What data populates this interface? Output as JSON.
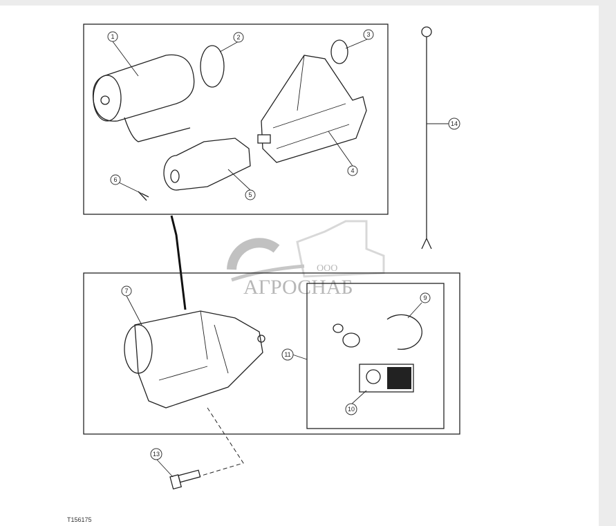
{
  "figure_id": "T156175",
  "callouts": [
    "1",
    "2",
    "3",
    "4",
    "5",
    "6",
    "7",
    "9",
    "10",
    "11",
    "13",
    "14"
  ],
  "watermark": {
    "prefix": "ООО",
    "brand": "АГРОСНАБ"
  },
  "colors": {
    "background": "#ececec",
    "page": "#ffffff",
    "line": "#222222",
    "watermark": "#9a9a9a"
  }
}
